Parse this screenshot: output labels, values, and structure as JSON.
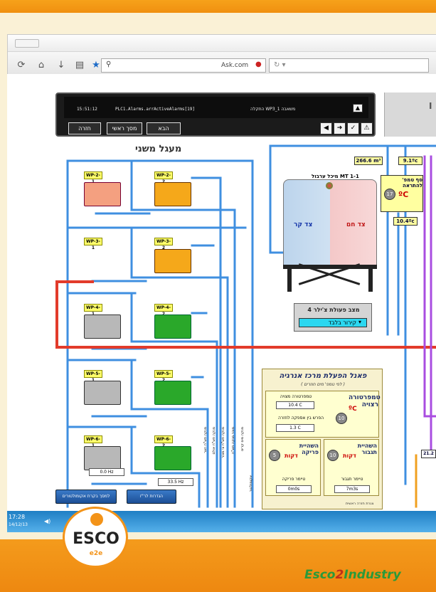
{
  "browser": {
    "search_engine": "Ask.com",
    "search_icon": "search-icon"
  },
  "hmi": {
    "time": "15:51:12",
    "alarm_path": "PLC1.Alarms.arrActiveAlarms[19]",
    "alarm_text": "התקלה WP3_1 משאבה",
    "btn_back": "חזרה",
    "btn_home": "מסך ראשי",
    "btn_next": "הבא",
    "btn_arrow": "←"
  },
  "loop": {
    "title": "מעגל משני"
  },
  "pumps": [
    {
      "tag": "WP-2-1",
      "color": "#f4a080"
    },
    {
      "tag": "WP-2-2",
      "color": "#f5a81a"
    },
    {
      "tag": "WP-3-1",
      "color": ""
    },
    {
      "tag": "WP-3-2",
      "color": "#f5a81a"
    },
    {
      "tag": "WP-4-1",
      "color": "#b8b8b8"
    },
    {
      "tag": "WP-4-2",
      "color": "#2aa82a"
    },
    {
      "tag": "WP-5-1",
      "color": "#b8b8b8"
    },
    {
      "tag": "WP-5-2",
      "color": "#2aa82a"
    },
    {
      "tag": "WP-6-1",
      "color": "#b8b8b8"
    },
    {
      "tag": "WP-6-2",
      "color": "#2aa82a"
    }
  ],
  "hz": {
    "p61": "0.0 Hz",
    "p62": "33.5 Hz"
  },
  "tank": {
    "title": "מיכל ערבול MT 1-1",
    "cold": "צד קר",
    "hot": "צד חם",
    "level": "266.6",
    "level_unit": "m³",
    "temp_top": "9.1",
    "temp_unit": "ºc",
    "temp_low": "10.4",
    "alarm_label": "סף טמפ' להתראה",
    "alarm_value": "17",
    "alarm_unit": "ºC"
  },
  "chiller": {
    "title": "מצב פעולת צ'ילר 4",
    "mode": "קירור בלבד"
  },
  "energy": {
    "title": "פאנל הפעלת מרכז אנרגיה",
    "subtitle": "( לפי טמפ' מים חוזרים )",
    "temp_wanted_label": "טמפרטורה מצויה",
    "temp_wanted": "10.4 C",
    "diff_label": "הפרש בין אספקה לחזרה",
    "diff": "1.3 C",
    "target_label": "טמפרטורה רצויה",
    "target_value": "10",
    "target_unit": "ºC",
    "delay1_label": "השהיית פריקה",
    "delay1_value": "5",
    "delay1_unit": "דקות",
    "delay2_label": "השהיית תגבור",
    "delay2_value": "10",
    "delay2_unit": "דקות",
    "timer1_label": "טיימר פריקה",
    "timer1": "0m0s",
    "timer2_label": "טיימר תגבור",
    "timer2": "7m3s",
    "return_label": "צנרת חזרה ראשית"
  },
  "buttons": {
    "accumulators": "למסך בקרת אקומולטורים",
    "settings": "הגדרות לר\"ז"
  },
  "right_value": "21.2",
  "taskbar": {
    "time": "17:28",
    "date": "14/12/13"
  },
  "footer": {
    "brand_left": "ESCO",
    "brand_sub": "e2e",
    "brand_part1": "Esco",
    "brand_two": "2",
    "brand_part2": "Industry"
  },
  "pipe_labels": [
    "מנקה תש\"ח חצר",
    "מנקה תש\"ח אולם",
    "מנקה תש\"ח צי מוכר",
    "מוכר מנקה תש\"ח",
    "מנקה מים קרים",
    "אקומולטור"
  ],
  "colors": {
    "pipe_blue": "#3f8fe0",
    "pipe_red": "#e23b2b",
    "pipe_purple": "#a94de0",
    "accent": "#f39318",
    "green": "#2a9a3a"
  }
}
